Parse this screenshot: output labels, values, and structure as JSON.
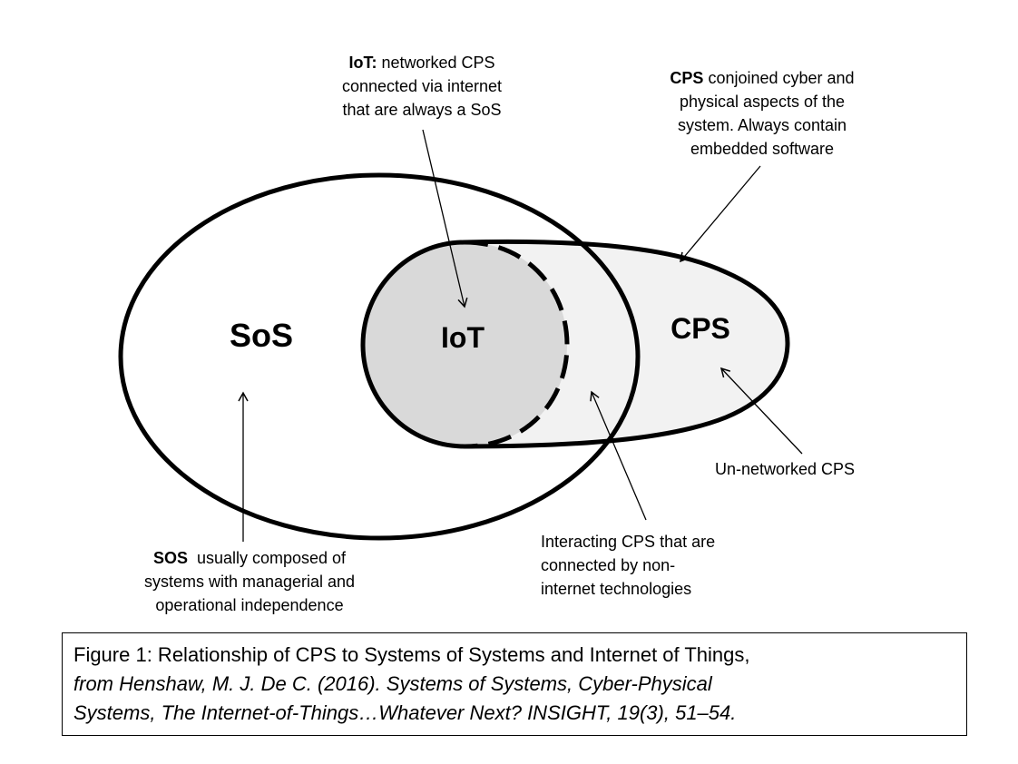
{
  "diagram": {
    "region_labels": {
      "sos": "SoS",
      "iot": "IoT",
      "cps": "CPS"
    },
    "annotations": {
      "iot": {
        "bold": "IoT:",
        "text": " networked CPS",
        "line2": "connected via internet",
        "line3": "that are always a SoS"
      },
      "cps": {
        "bold": "CPS",
        "text": " conjoined cyber and",
        "line2": "physical aspects of the",
        "line3": "system. Always contain",
        "line4": "embedded software"
      },
      "sos": {
        "bold": "SOS",
        "text": "  usually composed of",
        "line2": "systems with managerial and",
        "line3": "operational independence"
      },
      "unnetworked": {
        "line1": "Un-networked CPS"
      },
      "interacting": {
        "line1": "Interacting CPS that are",
        "line2": "connected by non-",
        "line3": "internet technologies"
      }
    },
    "colors": {
      "iot_fill": "#d9d9d9",
      "cps_fill": "#f2f2f2",
      "stroke": "#000000"
    }
  },
  "caption": {
    "line1": "Figure 1: Relationship of CPS to Systems of Systems and Internet of Things,",
    "line2": "from Henshaw, M. J. De C. (2016). Systems of Systems, Cyber-Physical",
    "line3": "Systems, The Internet-of-Things…Whatever Next? INSIGHT, 19(3), 51–54."
  }
}
